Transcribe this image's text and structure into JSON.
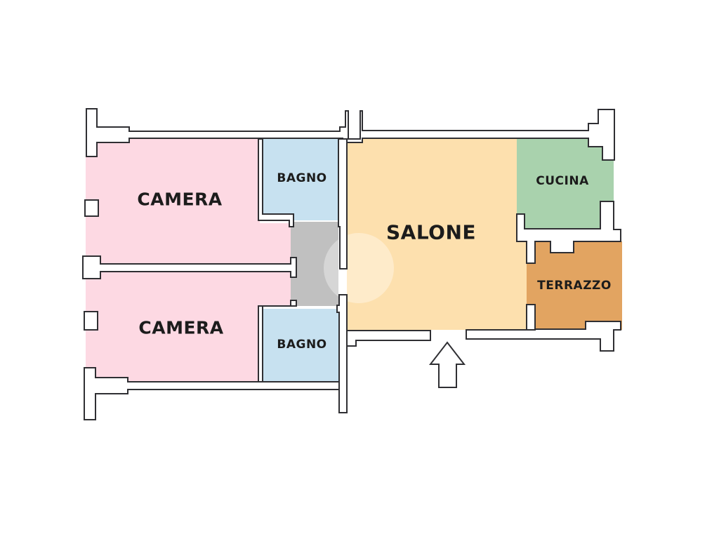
{
  "floor_plan": {
    "rooms": [
      {
        "id": "camera-top",
        "label": "CAMERA",
        "color": "#fdd9e3"
      },
      {
        "id": "bagno-top",
        "label": "BAGNO",
        "color": "#c7e1f0"
      },
      {
        "id": "camera-bottom",
        "label": "CAMERA",
        "color": "#fdd9e3"
      },
      {
        "id": "bagno-bottom",
        "label": "BAGNO",
        "color": "#c7e1f0"
      },
      {
        "id": "corridoio",
        "label": "",
        "color": "#c0c0c0"
      },
      {
        "id": "salone",
        "label": "SALONE",
        "color": "#fde0ae"
      },
      {
        "id": "cucina",
        "label": "CUCINA",
        "color": "#a9d2ad"
      },
      {
        "id": "terrazzo",
        "label": "TERRAZZO",
        "color": "#e2a461"
      }
    ],
    "entrance_icon": "entrance-arrow-up",
    "wall_color": "#2f2f33"
  }
}
